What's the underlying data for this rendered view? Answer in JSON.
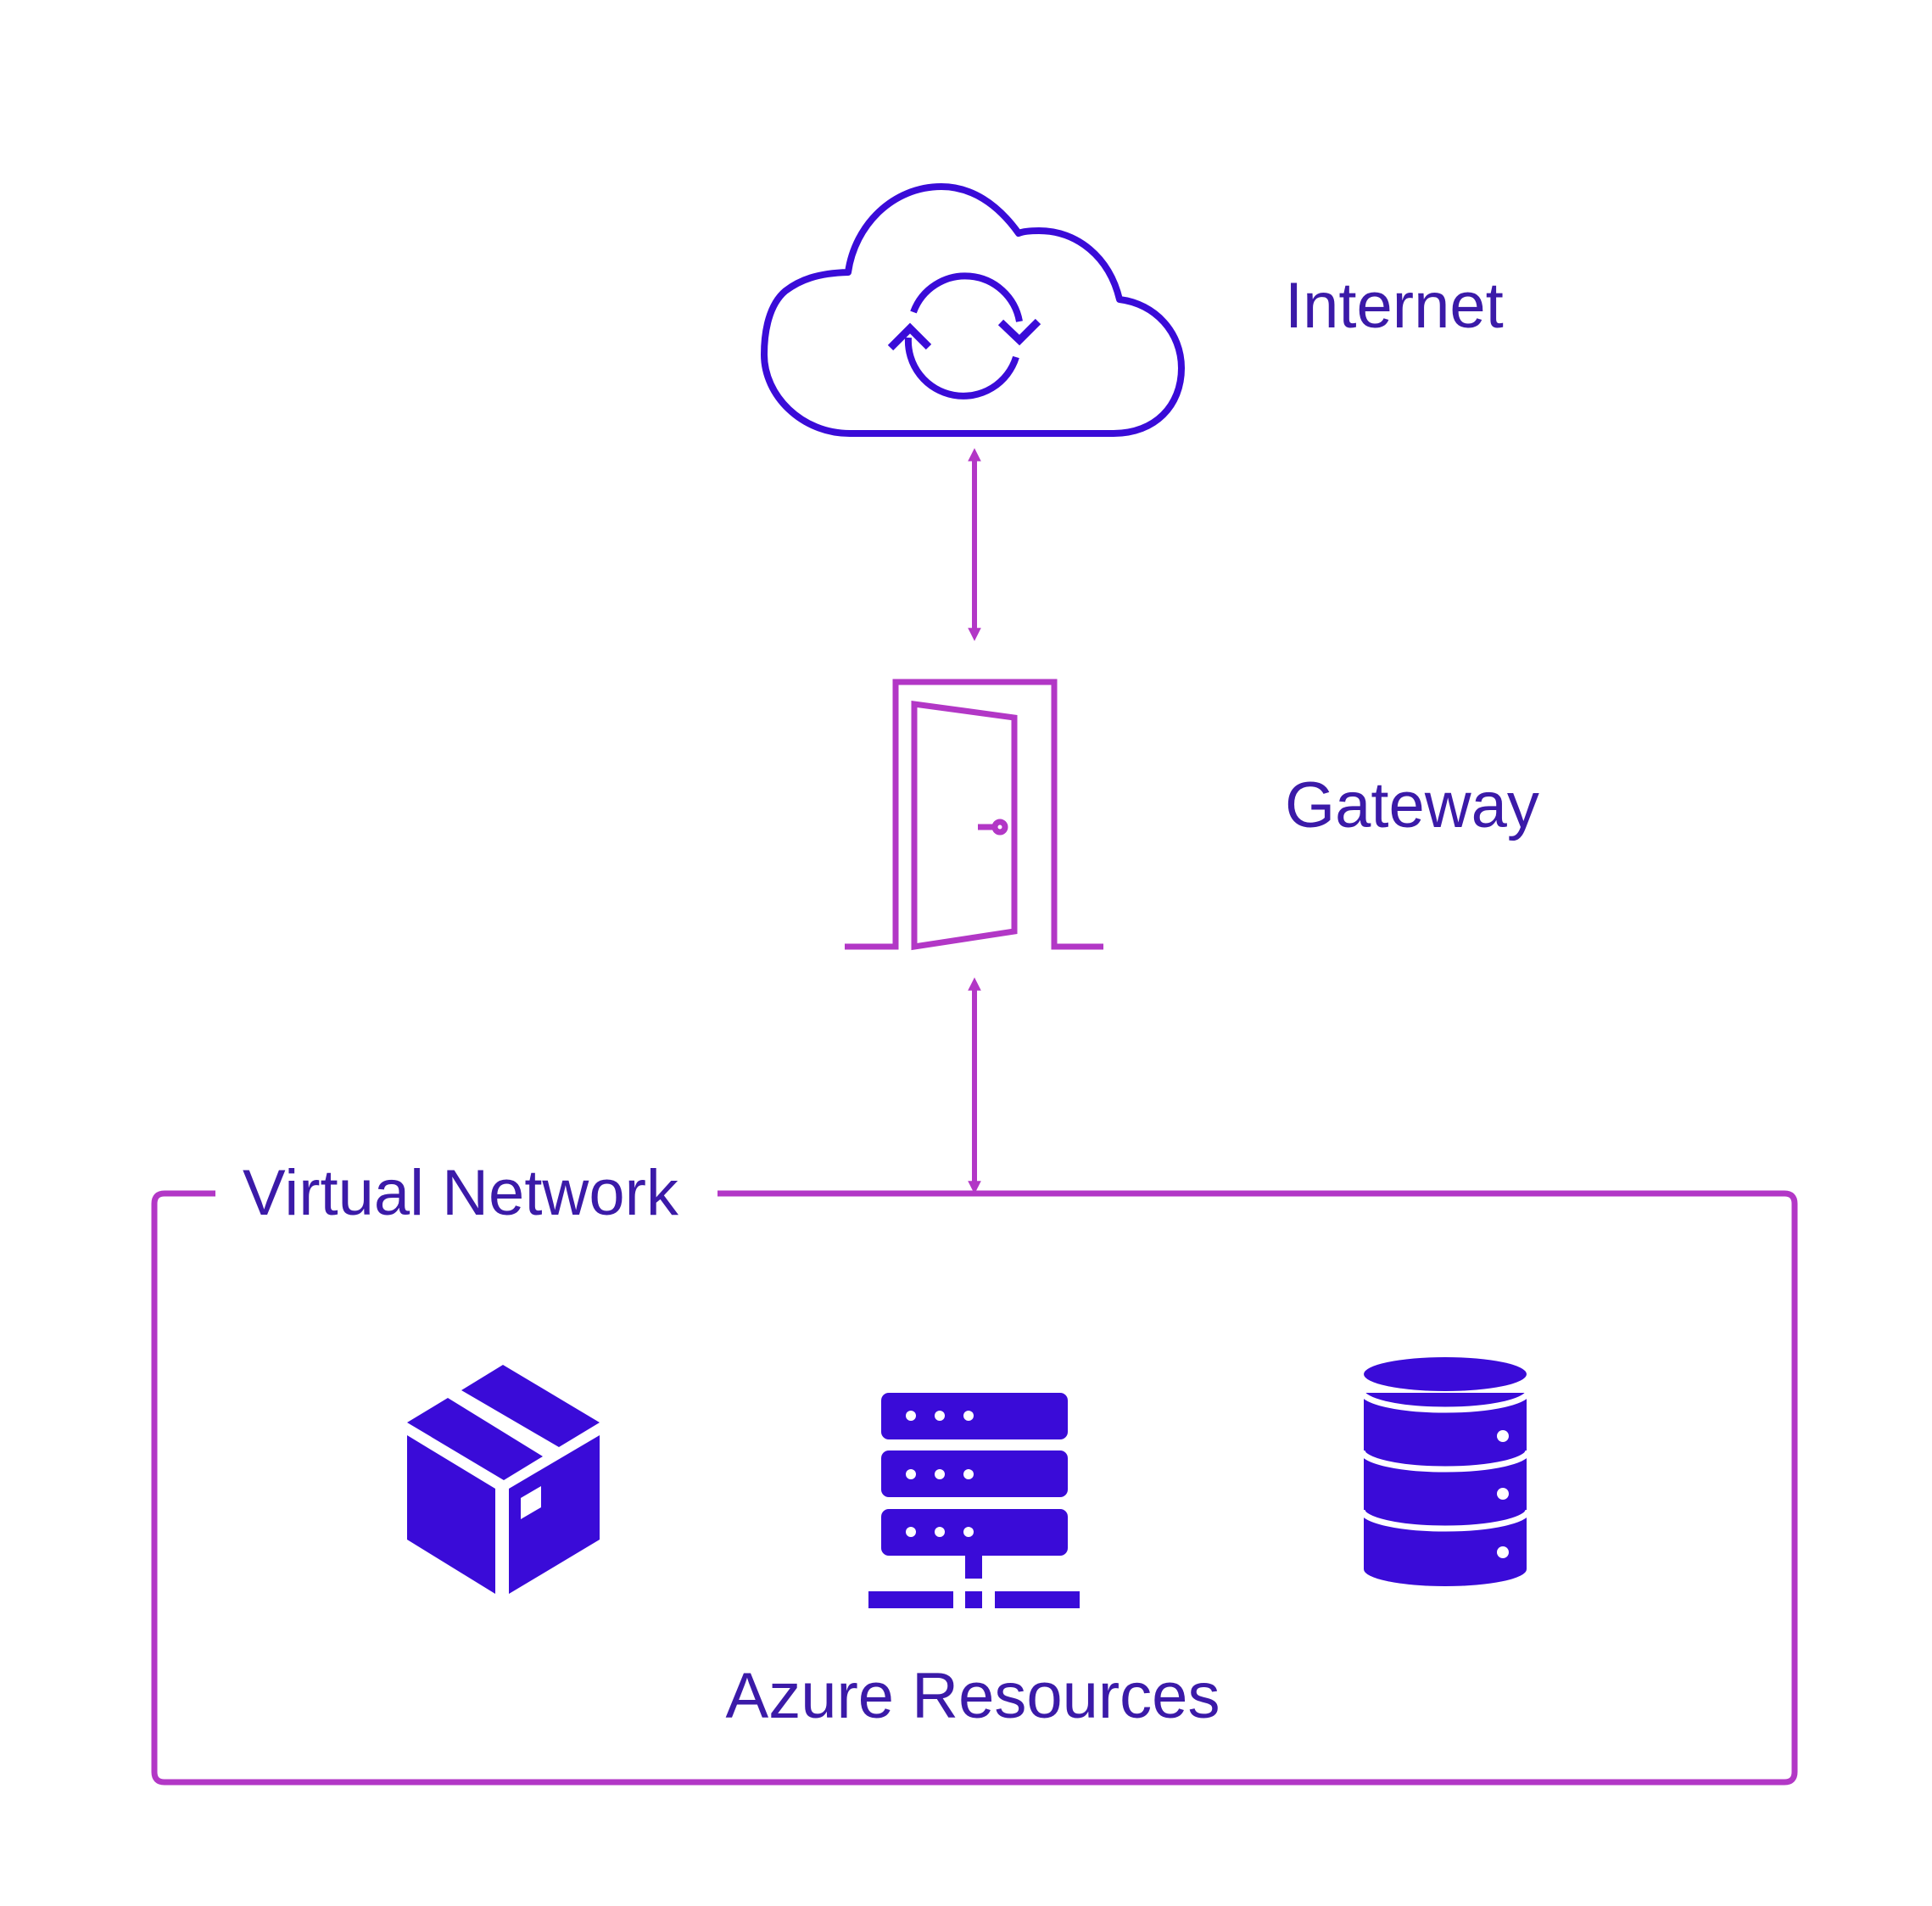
{
  "labels": {
    "internet": "Internet",
    "gateway": "Gateway",
    "virtual_network": "Virtual Network",
    "azure_resources": "Azure Resources"
  },
  "colors": {
    "primary": "#3a0bd8",
    "accent": "#b237c6",
    "label_text": "#3b1aa8",
    "background": "#ffffff"
  },
  "icons": {
    "internet": "cloud-sync-icon",
    "gateway": "open-door-icon",
    "resource_1": "package-box-icon",
    "resource_2": "server-rack-icon",
    "resource_3": "database-icon"
  }
}
